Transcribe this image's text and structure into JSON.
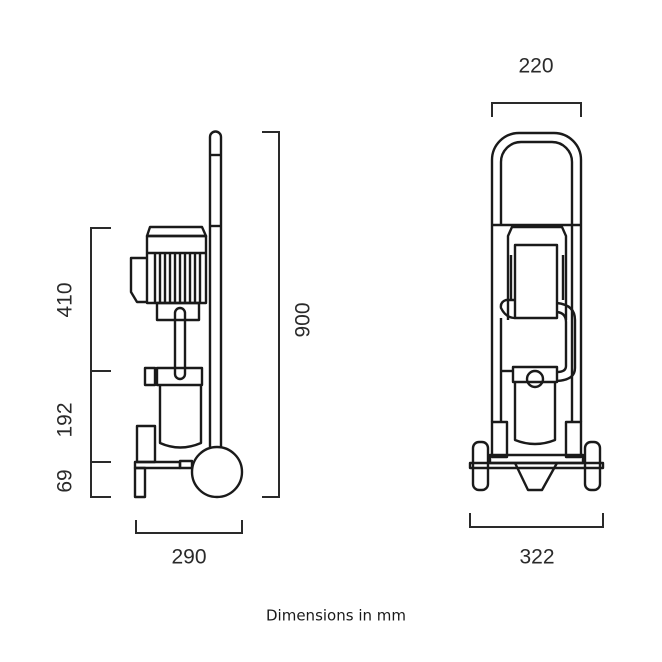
{
  "side_view": {
    "dimensions": {
      "motor_section_height": "410",
      "filter_section_height": "192",
      "base_height": "69",
      "total_height": "900",
      "depth": "290"
    }
  },
  "front_view": {
    "dimensions": {
      "handle_width": "220",
      "total_width": "322"
    }
  },
  "caption": "Dimensions in mm",
  "colors": {
    "line": "#1a1a1a",
    "text": "#2a2a2a"
  }
}
